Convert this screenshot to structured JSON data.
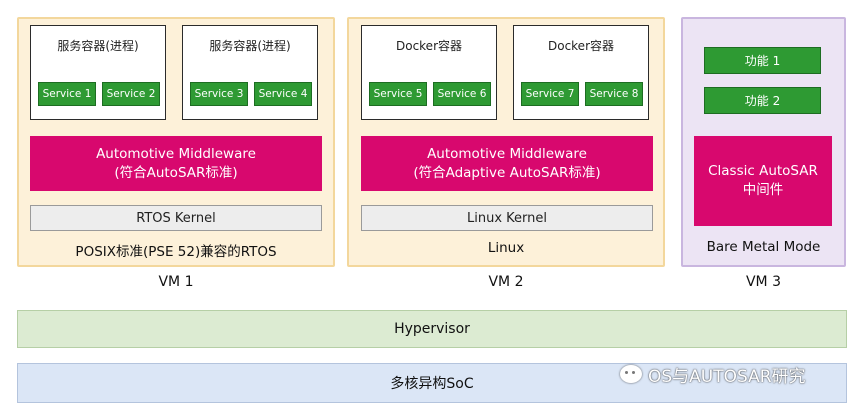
{
  "vm1": {
    "label": "VM 1",
    "process1": {
      "title": "服务容器(进程)",
      "services": [
        "Service 1",
        "Service 2"
      ]
    },
    "process2": {
      "title": "服务容器(进程)",
      "services": [
        "Service 3",
        "Service 4"
      ]
    },
    "middleware": {
      "line1": "Automotive Middleware",
      "line2": "(符合AutoSAR标准)"
    },
    "kernel": "RTOS Kernel",
    "footer": "POSIX标准(PSE 52)兼容的RTOS"
  },
  "vm2": {
    "label": "VM 2",
    "process1": {
      "title": "Docker容器",
      "services": [
        "Service 5",
        "Service 6"
      ]
    },
    "process2": {
      "title": "Docker容器",
      "services": [
        "Service 7",
        "Service 8"
      ]
    },
    "middleware": {
      "line1": "Automotive Middleware",
      "line2": "(符合Adaptive AutoSAR标准)"
    },
    "kernel": "Linux Kernel",
    "footer": "Linux"
  },
  "vm3": {
    "label": "VM 3",
    "functions": [
      "功能 1",
      "功能 2"
    ],
    "middleware": {
      "line1": "Classic AutoSAR",
      "line2": "中间件"
    },
    "footer": "Bare Metal Mode"
  },
  "hypervisor": "Hypervisor",
  "soc": "多核异构SoC",
  "watermark": {
    "text": "OS与AUTOSAR研究",
    "icon": "wechat-icon"
  },
  "colors": {
    "service_green": "#2e9a33",
    "middleware_magenta": "#d8086e",
    "vm_orange_bg": "#fdf1d9",
    "vm_purple_bg": "#ece4f4",
    "hypervisor_green": "#dcebd2",
    "soc_blue": "#dbe6f6"
  }
}
